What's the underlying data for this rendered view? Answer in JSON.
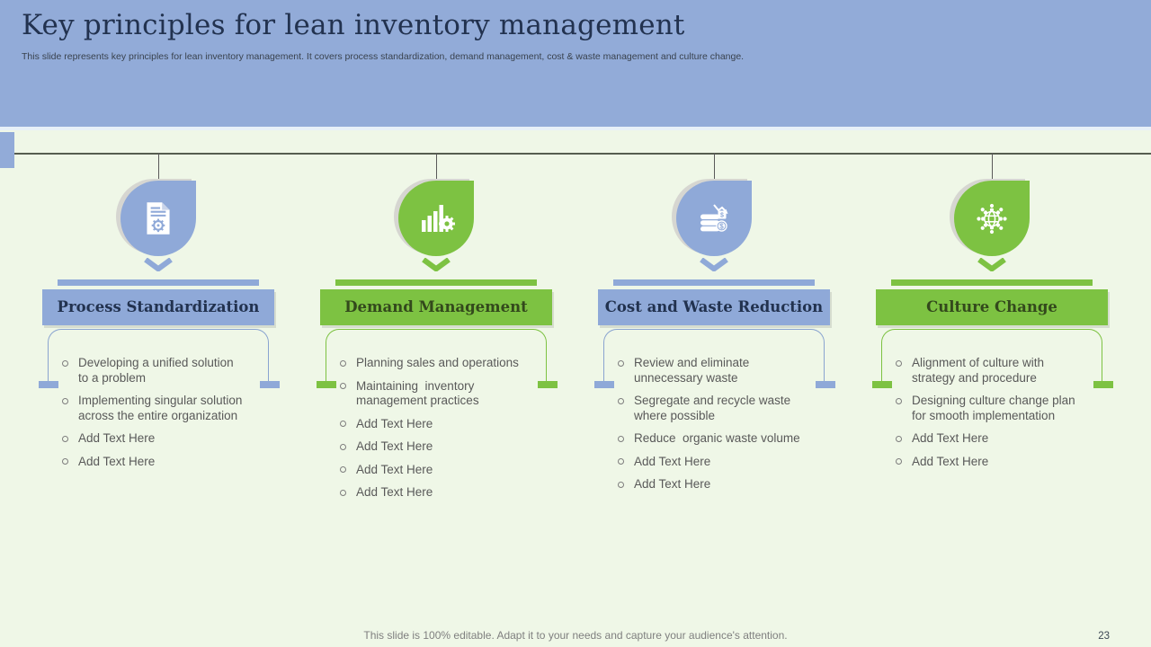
{
  "slide": {
    "title": "Key principles for lean inventory management",
    "subtitle": "This slide represents key principles for lean inventory management. It covers process standardization, demand management, cost & waste management and culture change.",
    "footer": "This slide is 100% editable. Adapt it to your needs and capture your audience's attention.",
    "page_number": "23"
  },
  "colors": {
    "band": "#92abd8",
    "blue": "#8fa9d8",
    "green": "#7dc242",
    "background": "#eff7e7",
    "navy_text": "#22324f",
    "green_text": "#33491c",
    "body_text": "#595959",
    "divider_line": "#565d50"
  },
  "columns": [
    {
      "title": "Process Standardization",
      "theme": "blue",
      "icon": "document-gear-icon",
      "bullets": [
        "Developing a unified solution\nto a problem",
        "Implementing singular solution\nacross the entire organization",
        "Add Text Here",
        "Add Text Here"
      ]
    },
    {
      "title": "Demand Management",
      "theme": "green",
      "icon": "bar-chart-gear-icon",
      "bullets": [
        "Planning sales and operations",
        "Maintaining  inventory\nmanagement practices",
        "Add Text Here",
        "Add Text Here",
        "Add Text Here",
        "Add Text Here"
      ]
    },
    {
      "title": "Cost and Waste Reduction",
      "theme": "blue",
      "icon": "coins-decline-icon",
      "bullets": [
        "Review and eliminate\nunnecessary waste",
        "Segregate and recycle waste\nwhere possible",
        "Reduce  organic waste volume",
        "Add Text Here",
        "Add Text Here"
      ]
    },
    {
      "title": "Culture Change",
      "theme": "green",
      "icon": "globe-people-icon",
      "bullets": [
        "Alignment of culture with\nstrategy and procedure",
        "Designing culture change plan\nfor smooth implementation",
        "Add Text Here",
        "Add Text Here"
      ]
    }
  ]
}
